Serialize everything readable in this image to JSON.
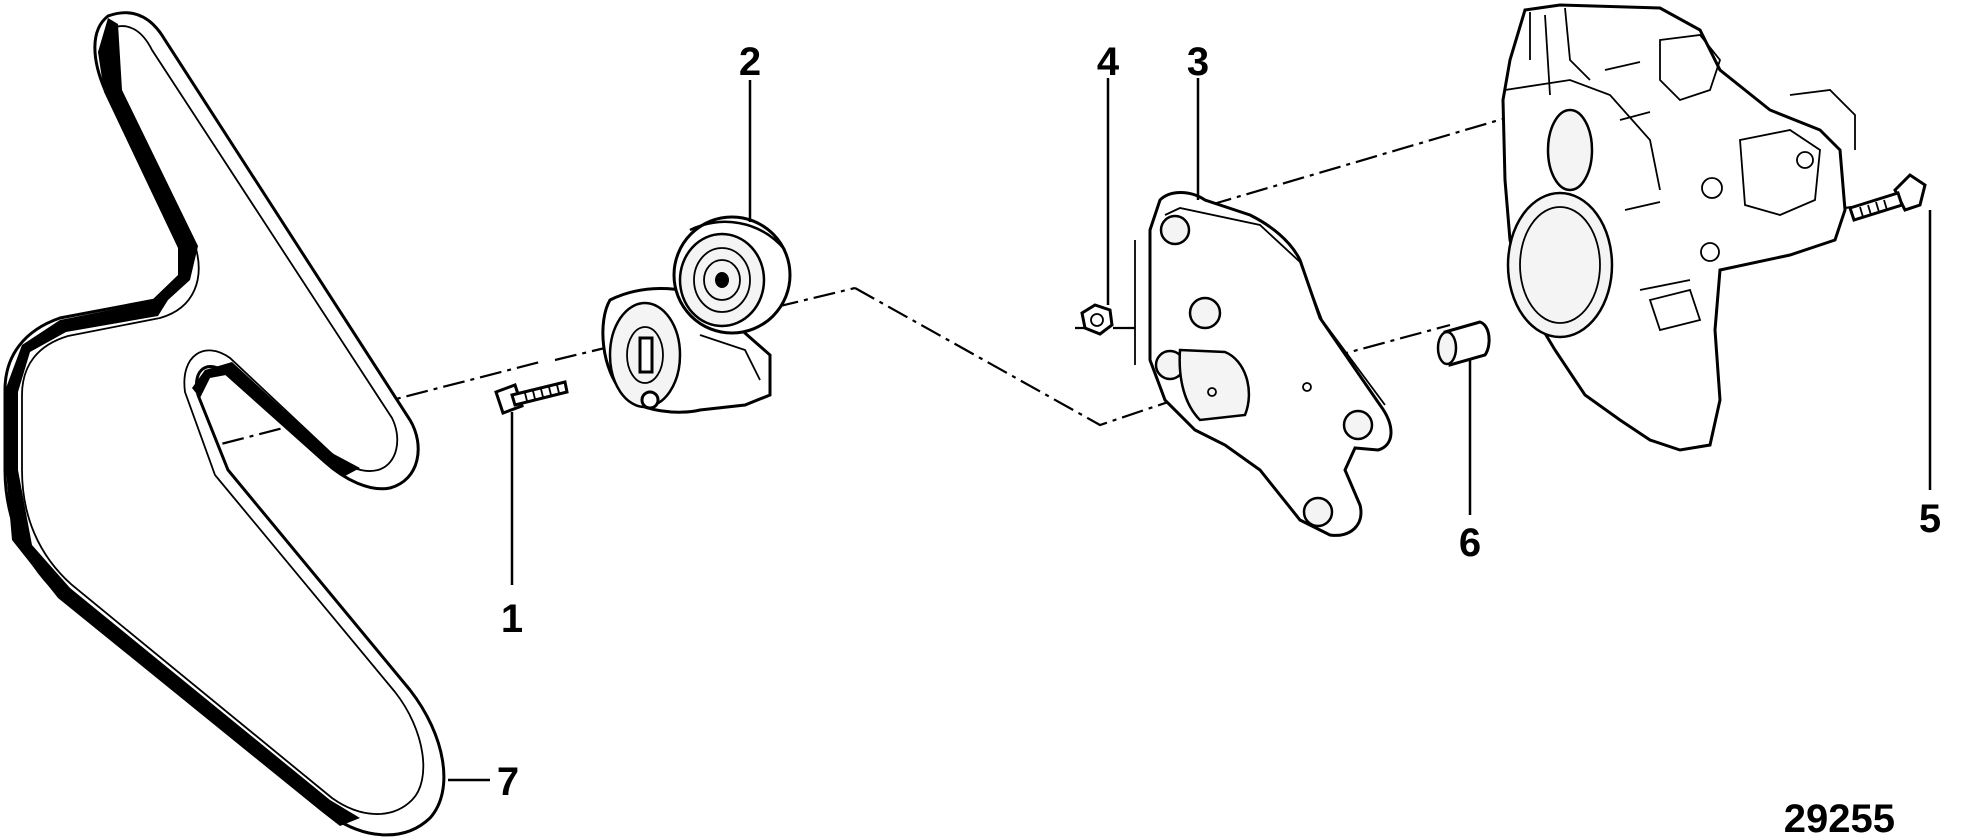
{
  "figure_id": "29255",
  "callouts": [
    {
      "id": "1",
      "label": "1"
    },
    {
      "id": "2",
      "label": "2"
    },
    {
      "id": "3",
      "label": "3"
    },
    {
      "id": "4",
      "label": "4"
    },
    {
      "id": "5",
      "label": "5"
    },
    {
      "id": "6",
      "label": "6"
    },
    {
      "id": "7",
      "label": "7"
    }
  ],
  "colors": {
    "line": "#000000",
    "background": "#ffffff"
  }
}
